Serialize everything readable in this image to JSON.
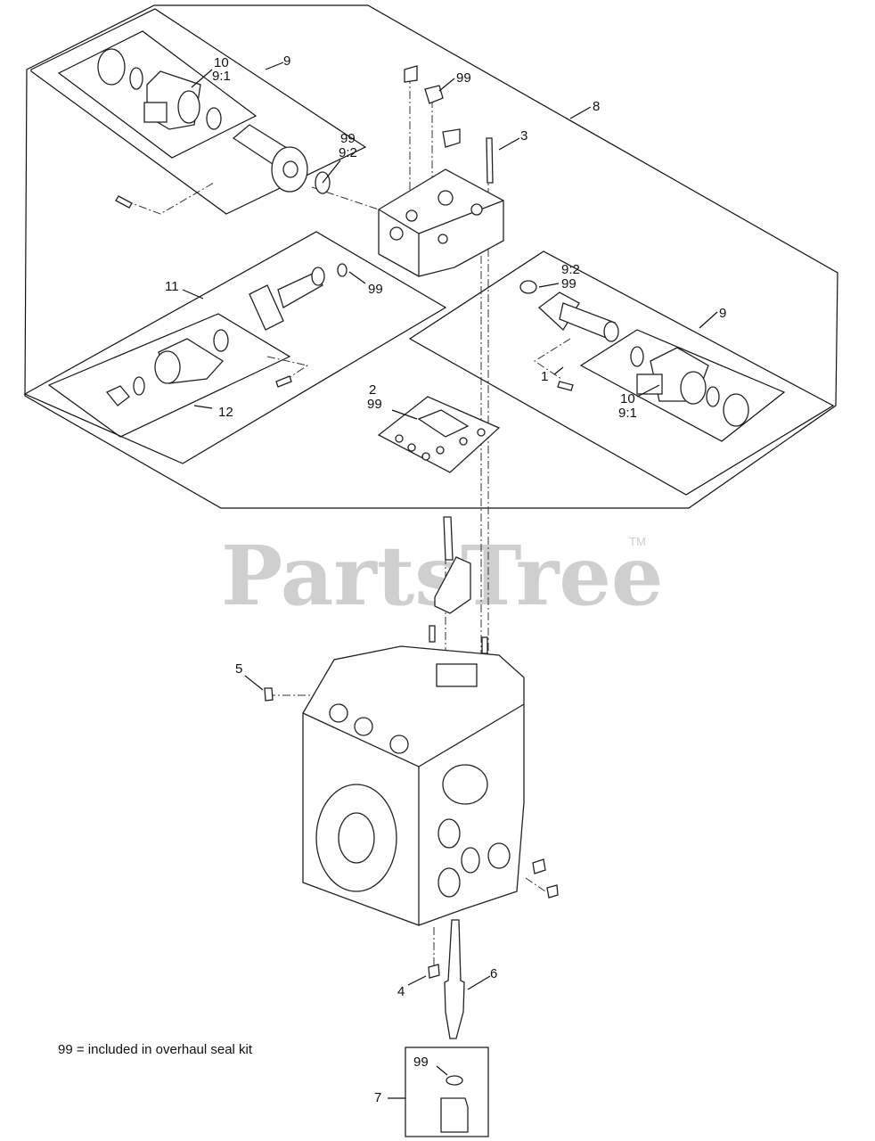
{
  "watermark": {
    "text": "PartsTree",
    "tm": "TM"
  },
  "note": "99 = included in overhaul seal kit",
  "callouts": {
    "c10_top": "10",
    "c91_top": "9:1",
    "c9_top": "9",
    "c99_nut": "99",
    "c8": "8",
    "c3": "3",
    "c99_b": "99",
    "c92_b": "9:2",
    "c11": "11",
    "c99_mid": "99",
    "c92_r": "9:2",
    "c99_r": "99",
    "c9_r": "9",
    "c2": "2",
    "c99_gasket": "99",
    "c1": "1",
    "c12": "12",
    "c10_r": "10",
    "c91_r": "9:1",
    "c5": "5",
    "c6": "6",
    "c4": "4",
    "c7": "7",
    "c99_kit": "99"
  }
}
